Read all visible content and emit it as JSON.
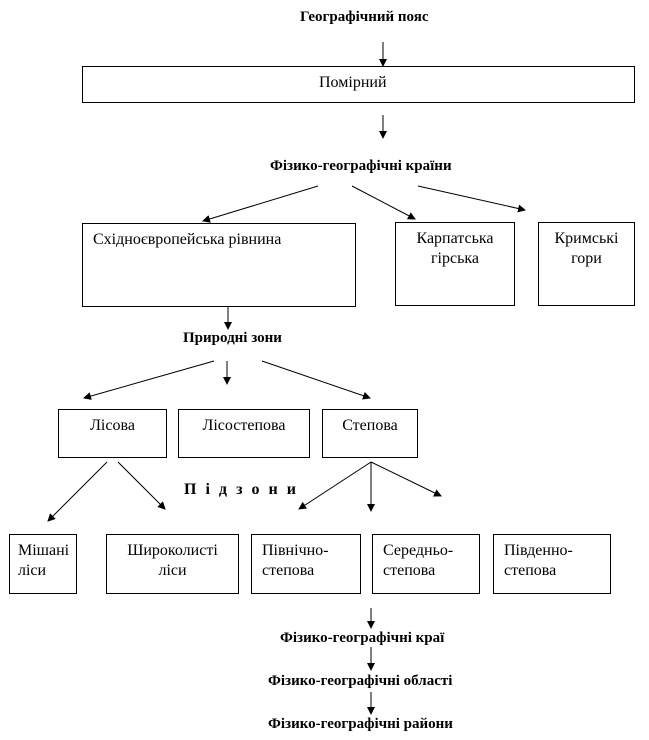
{
  "title": "Географічний пояс",
  "belt": "Помірний",
  "countries_heading": "Фізико-географічні країни",
  "countries": [
    {
      "line1": "Східноєвропейська рівнина",
      "line2": ""
    },
    {
      "line1": "Карпатська",
      "line2": "гірська"
    },
    {
      "line1": "Кримські",
      "line2": "гори"
    }
  ],
  "zones_heading": "Природні зони",
  "zones": [
    "Лісова",
    "Лісостепова",
    "Степова"
  ],
  "subzones_heading": "Підзони",
  "subzones": [
    {
      "line1": "Мішані",
      "line2": "ліси"
    },
    {
      "line1": "Широколисті",
      "line2": "ліси"
    },
    {
      "line1": "Північно-",
      "line2": "степова"
    },
    {
      "line1": "Середньо-",
      "line2": "степова"
    },
    {
      "line1": "Південно-",
      "line2": "степова"
    }
  ],
  "lower_levels": [
    "Фізико-географічні краї",
    "Фізико-географічні області",
    "Фізико-географічні райони"
  ]
}
